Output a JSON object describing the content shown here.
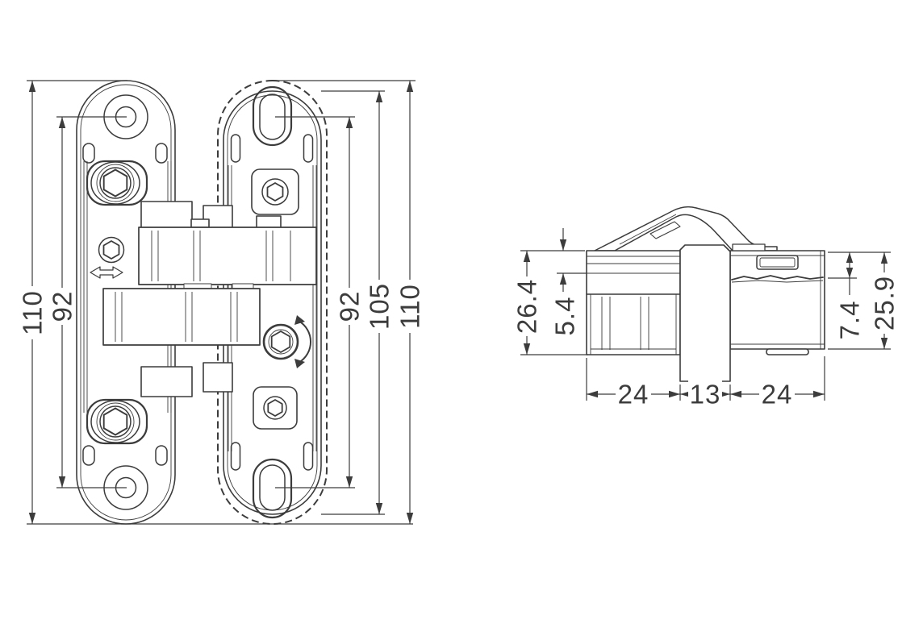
{
  "drawing_type": "concealed hinge technical drawing, front view and side view",
  "colors": {
    "line": "#3c3c3c",
    "background": "#ffffff"
  },
  "front_view": {
    "dimensions": {
      "overall_left": "110",
      "holes_left": "92",
      "holes_right": "92",
      "plate_height": "105",
      "overall_right": "110"
    }
  },
  "side_view": {
    "dimensions": {
      "left_height": "26.4",
      "collar_depth": "5.4",
      "slot_depth": "7.4",
      "right_height": "25.9",
      "left_width": "24",
      "gap_width": "13",
      "right_width": "24"
    }
  }
}
